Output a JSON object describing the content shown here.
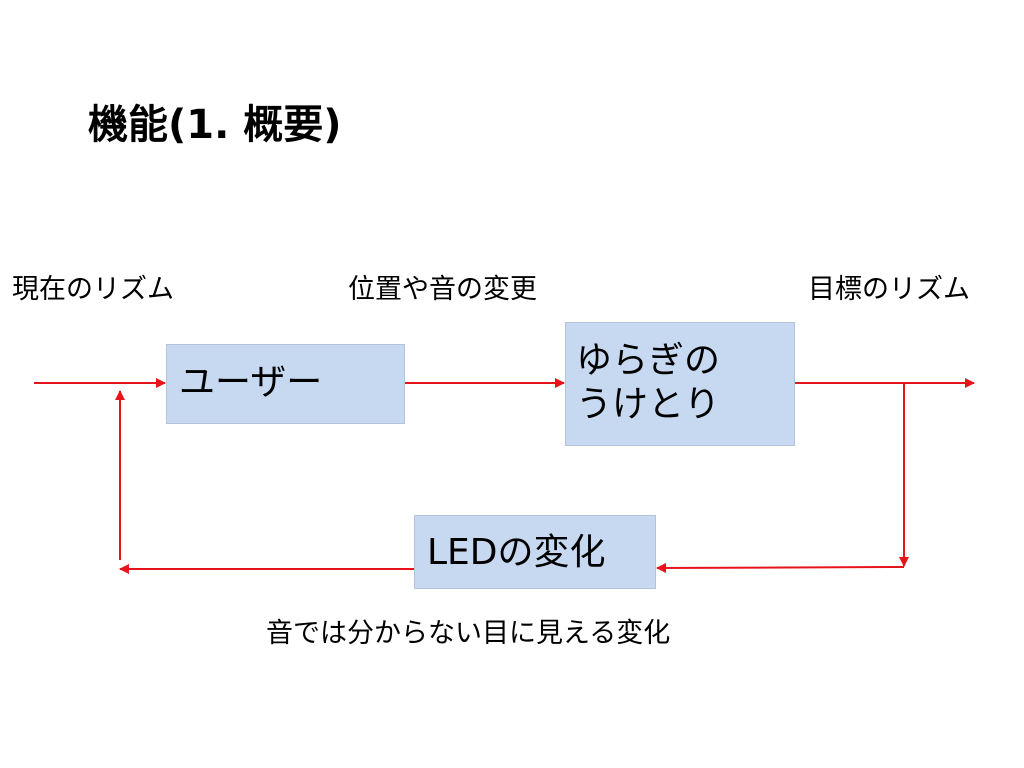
{
  "title": "機能(1. 概要)",
  "labels": {
    "current_rhythm": "現在のリズム",
    "position_sound_change": "位置や音の変更",
    "target_rhythm": "目標のリズム",
    "visible_change": "音では分からない目に見える変化"
  },
  "boxes": {
    "user": "ユーザー",
    "receiver_line1": "ゆらぎの",
    "receiver_line2": "うけとり",
    "led_change": "LEDの変化"
  },
  "colors": {
    "arrow": "#e8141c",
    "box_fill": "#c6d9f1"
  }
}
